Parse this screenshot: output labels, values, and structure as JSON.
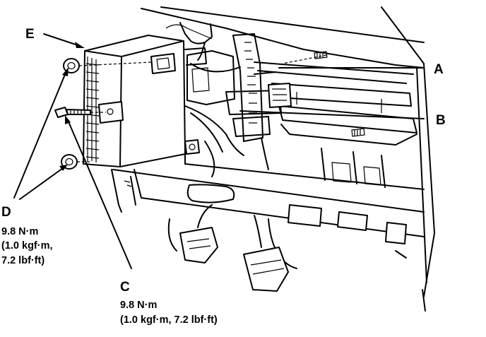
{
  "callouts": {
    "a": {
      "letter": "A"
    },
    "b": {
      "letter": "B"
    },
    "c": {
      "letter": "C",
      "torque": "9.8 N·m",
      "torque_alt": "(1.0 kgf·m, 7.2 lbf·ft)"
    },
    "d": {
      "letter": "D",
      "torque": "9.8 N·m",
      "torque_line2": "(1.0 kgf·m,",
      "torque_line3": "7.2 lbf·ft)"
    },
    "e": {
      "letter": "E"
    }
  }
}
